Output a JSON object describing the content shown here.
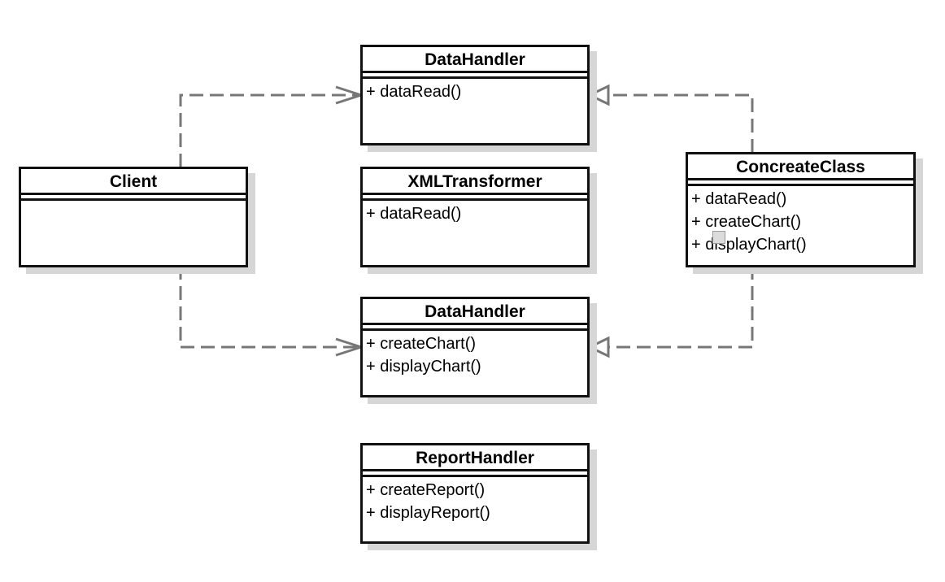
{
  "diagram": {
    "classes": [
      {
        "id": "datahandler-read",
        "name": "DataHandler",
        "operations": [
          "+ dataRead()"
        ]
      },
      {
        "id": "client",
        "name": "Client",
        "operations": []
      },
      {
        "id": "xmltransformer",
        "name": "XMLTransformer",
        "operations": [
          "+ dataRead()"
        ]
      },
      {
        "id": "concreteclass",
        "name": "ConcreateClass",
        "operations": [
          "+ dataRead()",
          "+ createChart()",
          "+ displayChart()"
        ]
      },
      {
        "id": "datahandler-chart",
        "name": "DataHandler",
        "operations": [
          "+ createChart()",
          "+ displayChart()"
        ]
      },
      {
        "id": "reporthandler",
        "name": "ReportHandler",
        "operations": [
          "+ createReport()",
          "+ displayReport()"
        ]
      }
    ],
    "relations": [
      {
        "type": "dependency",
        "from": "client",
        "to": "datahandler-read"
      },
      {
        "type": "dependency",
        "from": "client",
        "to": "datahandler-chart"
      },
      {
        "type": "realization",
        "from": "concreteclass",
        "to": "datahandler-read"
      },
      {
        "type": "realization",
        "from": "concreteclass",
        "to": "datahandler-chart"
      }
    ],
    "colors": {
      "line": "#111111",
      "connector": "#777777",
      "shadow": "#d6d6d6"
    }
  }
}
